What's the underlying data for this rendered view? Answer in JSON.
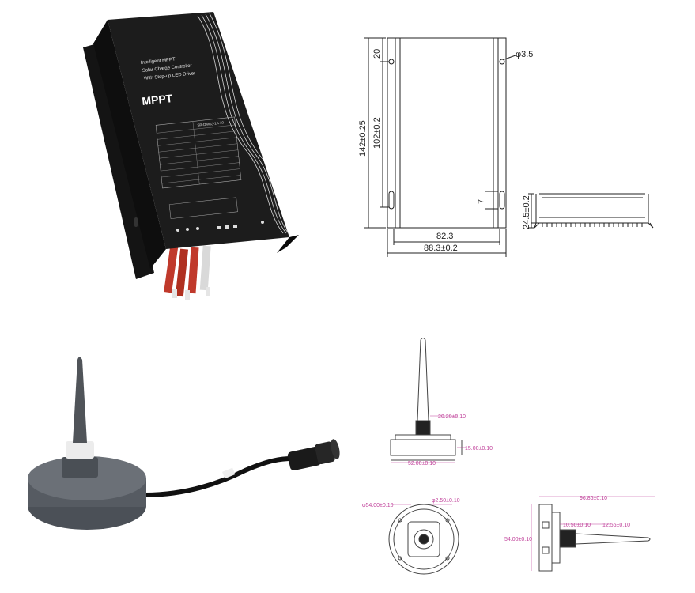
{
  "controller": {
    "title_line1": "Intelligent MPPT",
    "title_line2": "Solar Charge Controller",
    "title_line3": "With Step-up LED Driver",
    "brand": "MPPT",
    "model": "SR-DM(1)-1A-10"
  },
  "controller_drawing": {
    "height_total": "142±0.25",
    "height_inner": "102±0.2",
    "top_offset": "20",
    "hole": "φ3.5",
    "slot": "7",
    "width_inner": "82.3",
    "width_total": "88.3±0.2",
    "depth": "24.5±0.2"
  },
  "sensor_drawing": {
    "antenna_dia": "20.20±0.10",
    "base_height": "15.00±0.10",
    "base_width": "52.00±0.10",
    "outer_dia": "φ54.00±0.10",
    "hole_dia": "φ2.50±0.10",
    "length_total": "96.86±0.10",
    "side_height": "54.00±0.10",
    "seg1": "10.50±0.10",
    "seg2": "12.56±0.10"
  },
  "colors": {
    "case": "#1c1c1c",
    "line": "#222222",
    "dim_pink": "#c0409a",
    "sensor_gray": "#5a5f66"
  }
}
